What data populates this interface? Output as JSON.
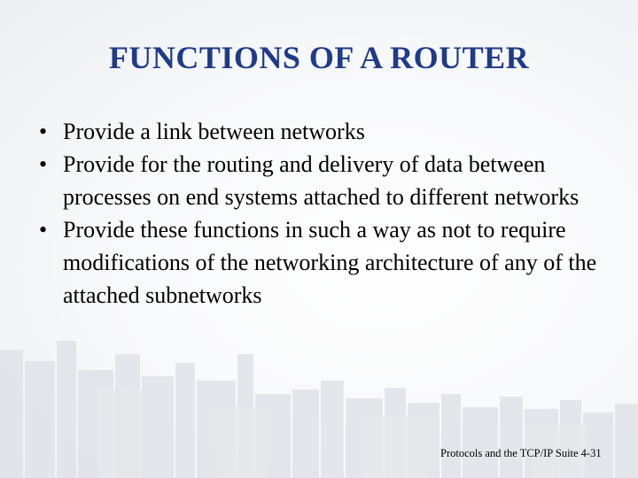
{
  "slide": {
    "title": "FUNCTIONS OF A ROUTER",
    "bullets": [
      "Provide a link between networks",
      "Provide for the routing and delivery of data between processes on end systems attached to different networks",
      "Provide these functions in such a way as not to require modifications of the networking architecture of any of the attached subnetworks"
    ],
    "bullet_symbol": "•",
    "footer": "Protocols and the TCP/IP Suite 4-31"
  },
  "colors": {
    "title": "#1f3b8a",
    "text": "#000000",
    "skyline": "#d4d8df"
  }
}
